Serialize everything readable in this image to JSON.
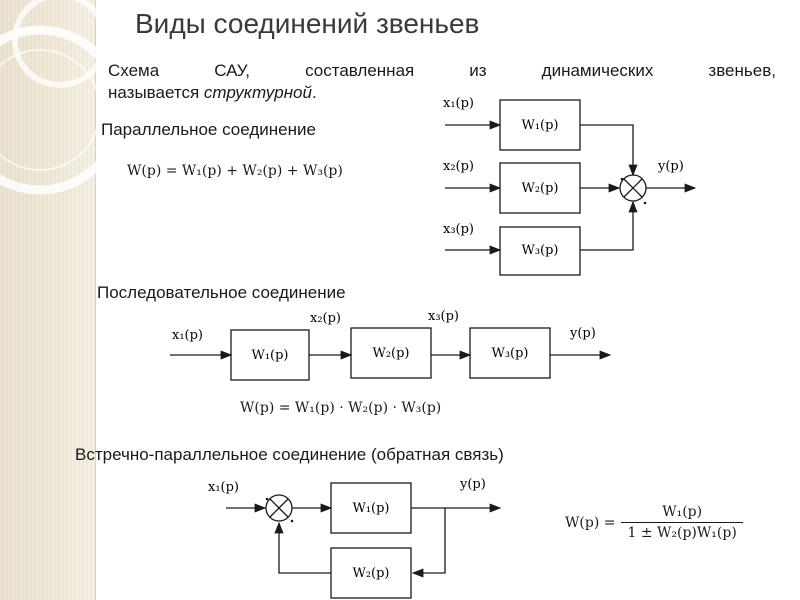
{
  "title": "Виды соединений звеньев",
  "intro": {
    "line1_words": [
      "Схема",
      "САУ,",
      "составленная",
      "из",
      "динамических",
      "звеньев,"
    ],
    "line2_prefix": "называется ",
    "line2_italic": "структурной",
    "line2_suffix": "."
  },
  "parallel": {
    "heading": "Параллельное соединение",
    "formula": "W(p) = W₁(p) + W₂(p) + W₃(p)",
    "inputs": [
      "x₁(p)",
      "x₂(p)",
      "x₃(p)"
    ],
    "blocks": [
      "W₁(p)",
      "W₂(p)",
      "W₃(p)"
    ],
    "output": "y(p)"
  },
  "series": {
    "heading": "Последовательное соединение",
    "labels": [
      "x₁(p)",
      "x₂(p)",
      "x₃(p)",
      "y(p)"
    ],
    "blocks": [
      "W₁(p)",
      "W₂(p)",
      "W₃(p)"
    ],
    "formula": "W(p) = W₁(p) · W₂(p) · W₃(p)"
  },
  "feedback": {
    "heading": "Встречно-параллельное соединение (обратная связь)",
    "input": "x₁(p)",
    "output": "y(p)",
    "blocks": [
      "W₁(p)",
      "W₂(p)"
    ],
    "formula_lhs": "W(p) =",
    "formula_num": "W₁(p)",
    "formula_den": "1 ± W₂(p)W₁(p)"
  },
  "colors": {
    "band": "#efe8d6",
    "title": "#3a3a3a"
  }
}
